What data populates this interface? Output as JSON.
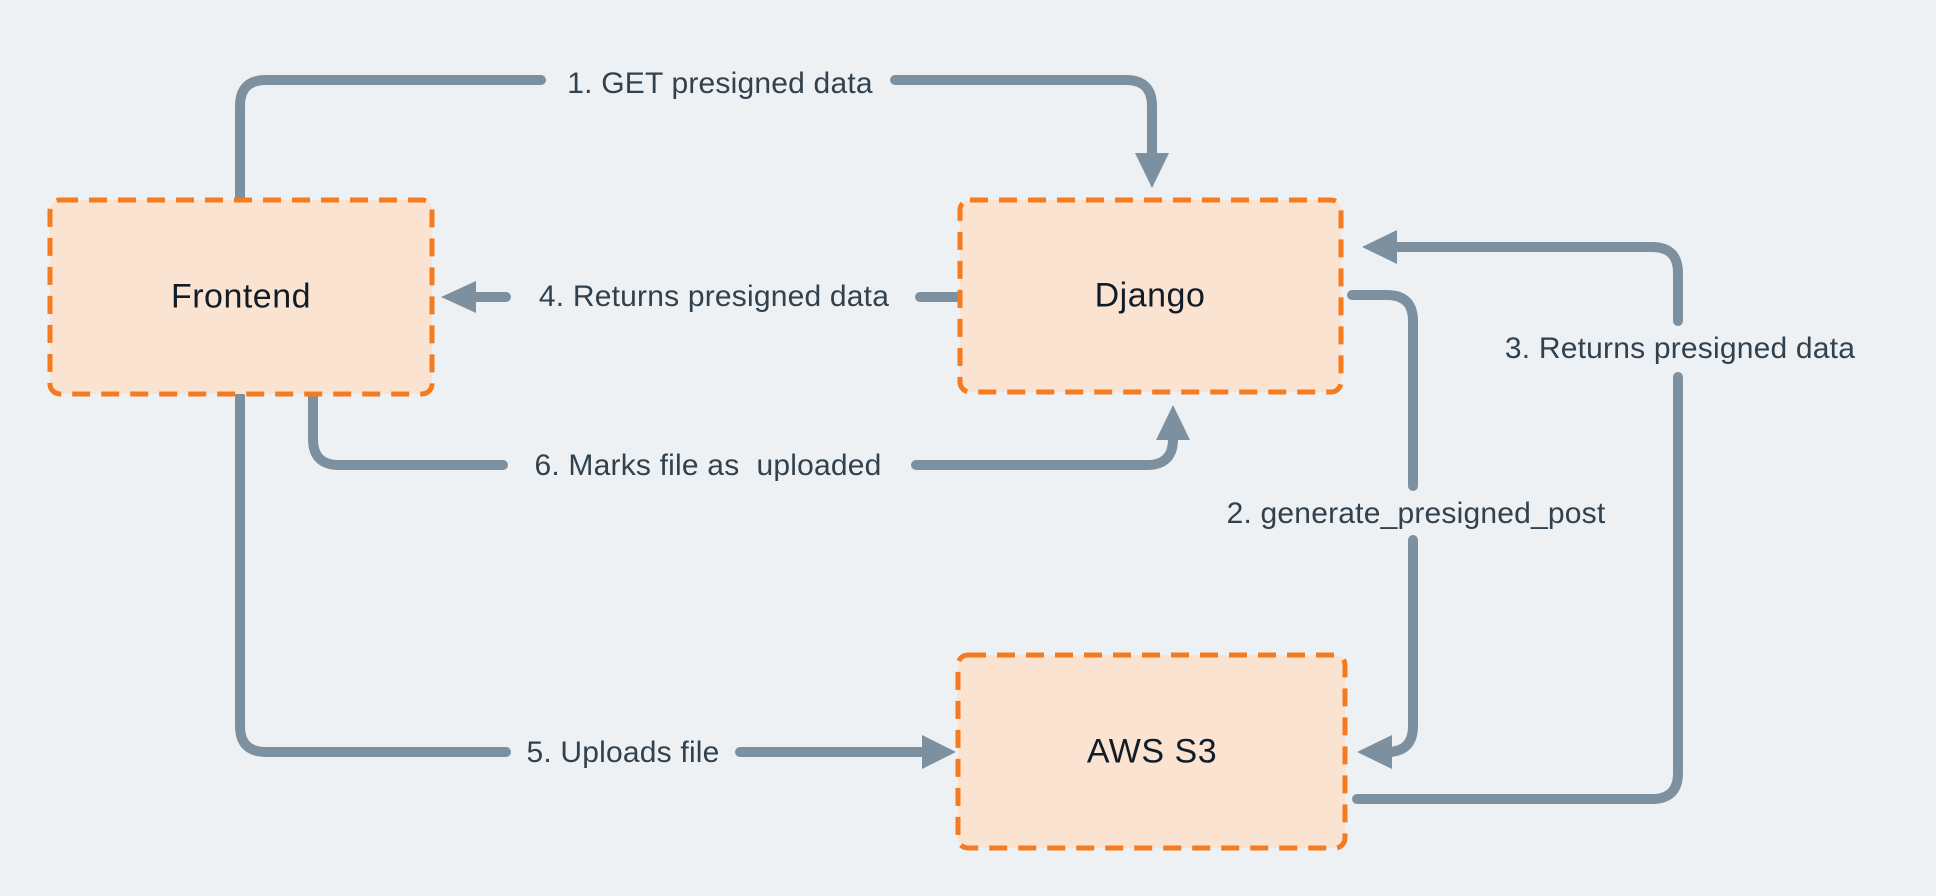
{
  "diagram": {
    "description": "Presigned S3 upload flow diagram",
    "colors": {
      "background": "#edf1f4",
      "node_fill": "#fbe3d2",
      "node_border": "#f47b20",
      "arrow": "#7d909f",
      "edge_label_text": "#31414e",
      "node_label_text": "#101d28"
    },
    "nodes": [
      {
        "id": "frontend",
        "label": "Frontend"
      },
      {
        "id": "django",
        "label": "Django"
      },
      {
        "id": "aws-s3",
        "label": "AWS S3"
      }
    ],
    "edges": [
      {
        "id": "1",
        "label": "1. GET presigned data",
        "from": "Frontend",
        "to": "Django"
      },
      {
        "id": "2",
        "label": "2. generate_presigned_post",
        "from": "Django",
        "to": "AWS S3"
      },
      {
        "id": "3",
        "label": "3. Returns presigned data",
        "from": "AWS S3",
        "to": "Django"
      },
      {
        "id": "4",
        "label": "4. Returns presigned data",
        "from": "Django",
        "to": "Frontend"
      },
      {
        "id": "5",
        "label": "5. Uploads file",
        "from": "Frontend",
        "to": "AWS S3"
      },
      {
        "id": "6",
        "label": "6. Marks file as  uploaded",
        "from": "Frontend",
        "to": "Django"
      }
    ]
  }
}
